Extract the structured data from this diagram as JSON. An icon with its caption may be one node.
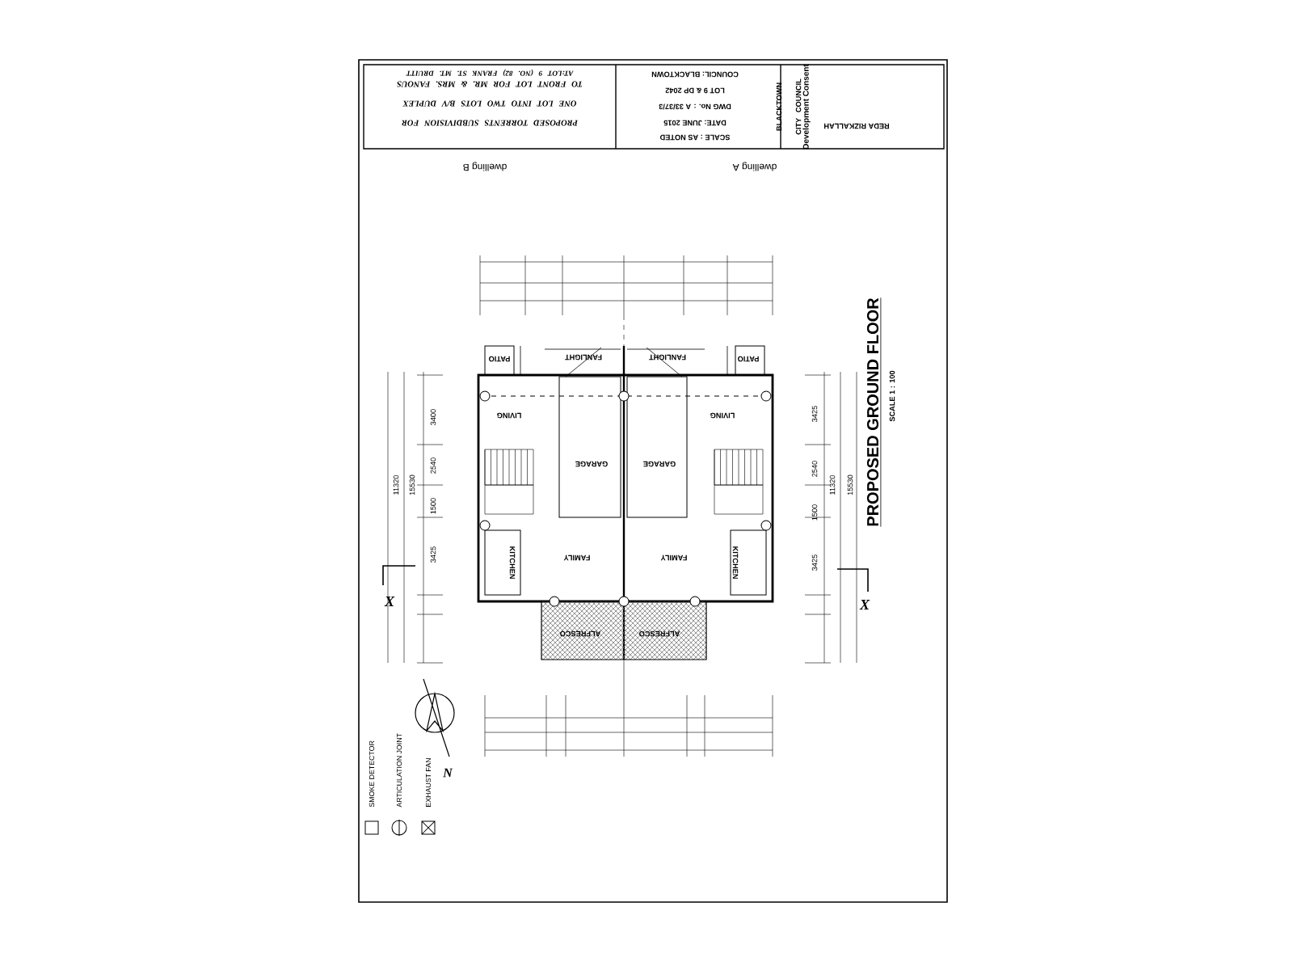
{
  "diagram": {
    "title": "PROPOSED GROUND FLOOR",
    "labels": [
      "PROPOSED TORRENTS SUBDIVISION FOR ONE LOT INTO TWO LOTS B/V DUPLEX TO FRONT LOT FOR MR. & MRS. FANOUS",
      "AT:LOT 9 (NO. 82) FRANK ST. MT. DRUITT",
      "SCALE : AS NOTED",
      "DATE: JUNE 2015",
      "DWG No. : A 33/37/3",
      "LOT 9 & DP 2042",
      "COUNCIL: BLACKTOWN",
      "BLACKTOWN CITY COUNCIL",
      "Development Consent",
      "REDA RIZKALLAH",
      "dwelling B",
      "dwelling A",
      "SCALE 1 : 100",
      "PATIO",
      "FANLIGHT",
      "FANLIGHT",
      "PATIO",
      "LIVING",
      "GARAGE",
      "GARAGE",
      "LIVING",
      "KITCHEN",
      "FAMILY",
      "FAMILY",
      "KITCHEN",
      "ALFRESCO",
      "ALFRESCO",
      "X",
      "X",
      "N",
      "3400",
      "2540",
      "1500",
      "3425",
      "11320",
      "15530",
      "3425",
      "2540",
      "1500",
      "3425",
      "11320",
      "15530"
    ],
    "legend": [
      {
        "text": "SMOKE DETECTOR"
      },
      {
        "text": "ARTICULATION JOINT"
      },
      {
        "text": "EXHAUST FAN"
      }
    ]
  }
}
